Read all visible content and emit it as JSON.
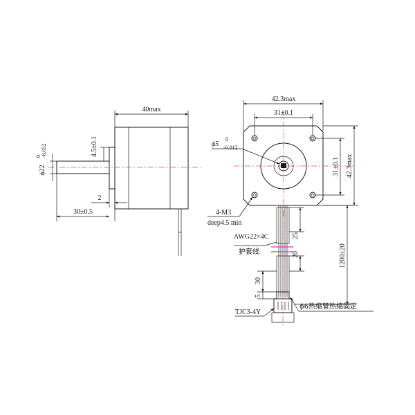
{
  "side_view": {
    "length": "40max",
    "pilot_height": "4.5±0.1",
    "shaft_diameter": "ϕ22",
    "shaft_diameter_tol_upper": "0",
    "shaft_diameter_tol_lower": "-0.052",
    "pilot_depth": "2",
    "shaft_length": "30±0.5"
  },
  "front_view": {
    "width": "42.3max",
    "hole_spacing_h": "31±0.1",
    "hole_spacing_v": "31±0.1",
    "height": "42.3max",
    "shaft_diameter": "ϕ5",
    "shaft_tol_upper": "0",
    "shaft_tol_lower": "-0.012",
    "mount_holes": "4-M3",
    "mount_depth": "deep4.5 min"
  },
  "cable": {
    "wire_spec": "AWG22×4C",
    "sleeve_label": "护套线",
    "dim_25": "25",
    "dim_20": "20",
    "dim_30": "30",
    "dim_5": "5",
    "total_length": "1200±20",
    "connector": "TJC3-4Y",
    "heat_shrink": "ϕ6热缩管热缩固定"
  }
}
